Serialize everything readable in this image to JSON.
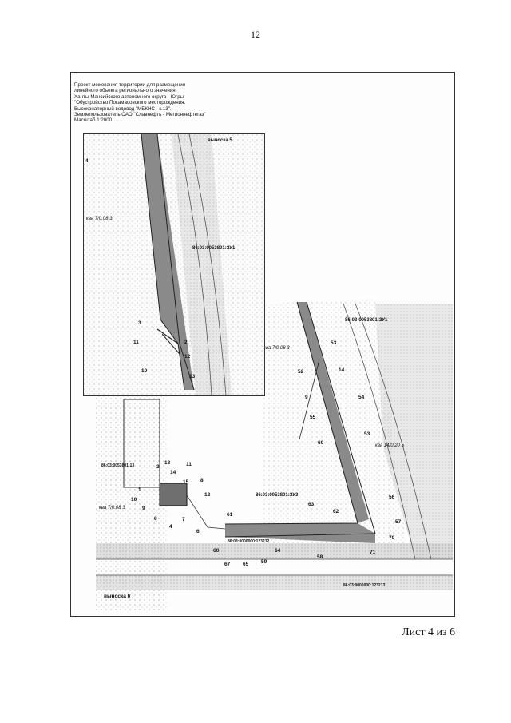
{
  "page_number": "12",
  "title_lines": [
    "Проект межевания территории для размещения",
    "линейного объекта регионального значения",
    "Ханты-Мансийского автономного округа - Югры",
    "\"Обустройство Покамасовского месторождения.",
    "Высоконапорный водовод \"МБКНС - к.13\".",
    "Землепользователь ОАО \"Славнефть - Мегионнефтегаз\"",
    "Масштаб 1:2000"
  ],
  "inset_label": "выноска 5",
  "main_label": "выноска 6",
  "parcels": {
    "zu1_inset": "86:03:0053801:ЗУ1",
    "zu1_main": "86:03:0053801:ЗУ1",
    "zu3": "86:03:0053801:ЗУ3",
    "p13": "86:03:0053801:13",
    "p123212": "86:03:0000000:123212",
    "p123213": "86:03:0000000:123213"
  },
  "quarter_labels": [
    {
      "prefix": "ква",
      "num": "7",
      "sub": "0.08",
      "suffix": "3"
    },
    {
      "prefix": "ква",
      "num": "7",
      "sub": "0.08",
      "suffix": "3"
    },
    {
      "prefix": "ква",
      "num": "14",
      "sub": "0.20",
      "suffix": "5"
    },
    {
      "prefix": "ква",
      "num": "7",
      "sub": "0.08",
      "suffix": "3"
    }
  ],
  "inset_points": [
    "4",
    "3",
    "11",
    "2",
    "12",
    "10",
    "13"
  ],
  "main_points": [
    "53",
    "52",
    "14",
    "54",
    "9",
    "55",
    "53",
    "60",
    "56",
    "61",
    "63",
    "62",
    "57",
    "70",
    "64",
    "58",
    "71",
    "60",
    "67",
    "65",
    "59"
  ],
  "left_points": [
    "13",
    "3",
    "14",
    "11",
    "15",
    "1",
    "8",
    "10",
    "12",
    "9",
    "8",
    "7",
    "4",
    "6"
  ],
  "footer": "Лист 4 из 6",
  "colors": {
    "strip": "#8a8a8a",
    "hatch": "#c9c9c9",
    "line": "#222222"
  }
}
